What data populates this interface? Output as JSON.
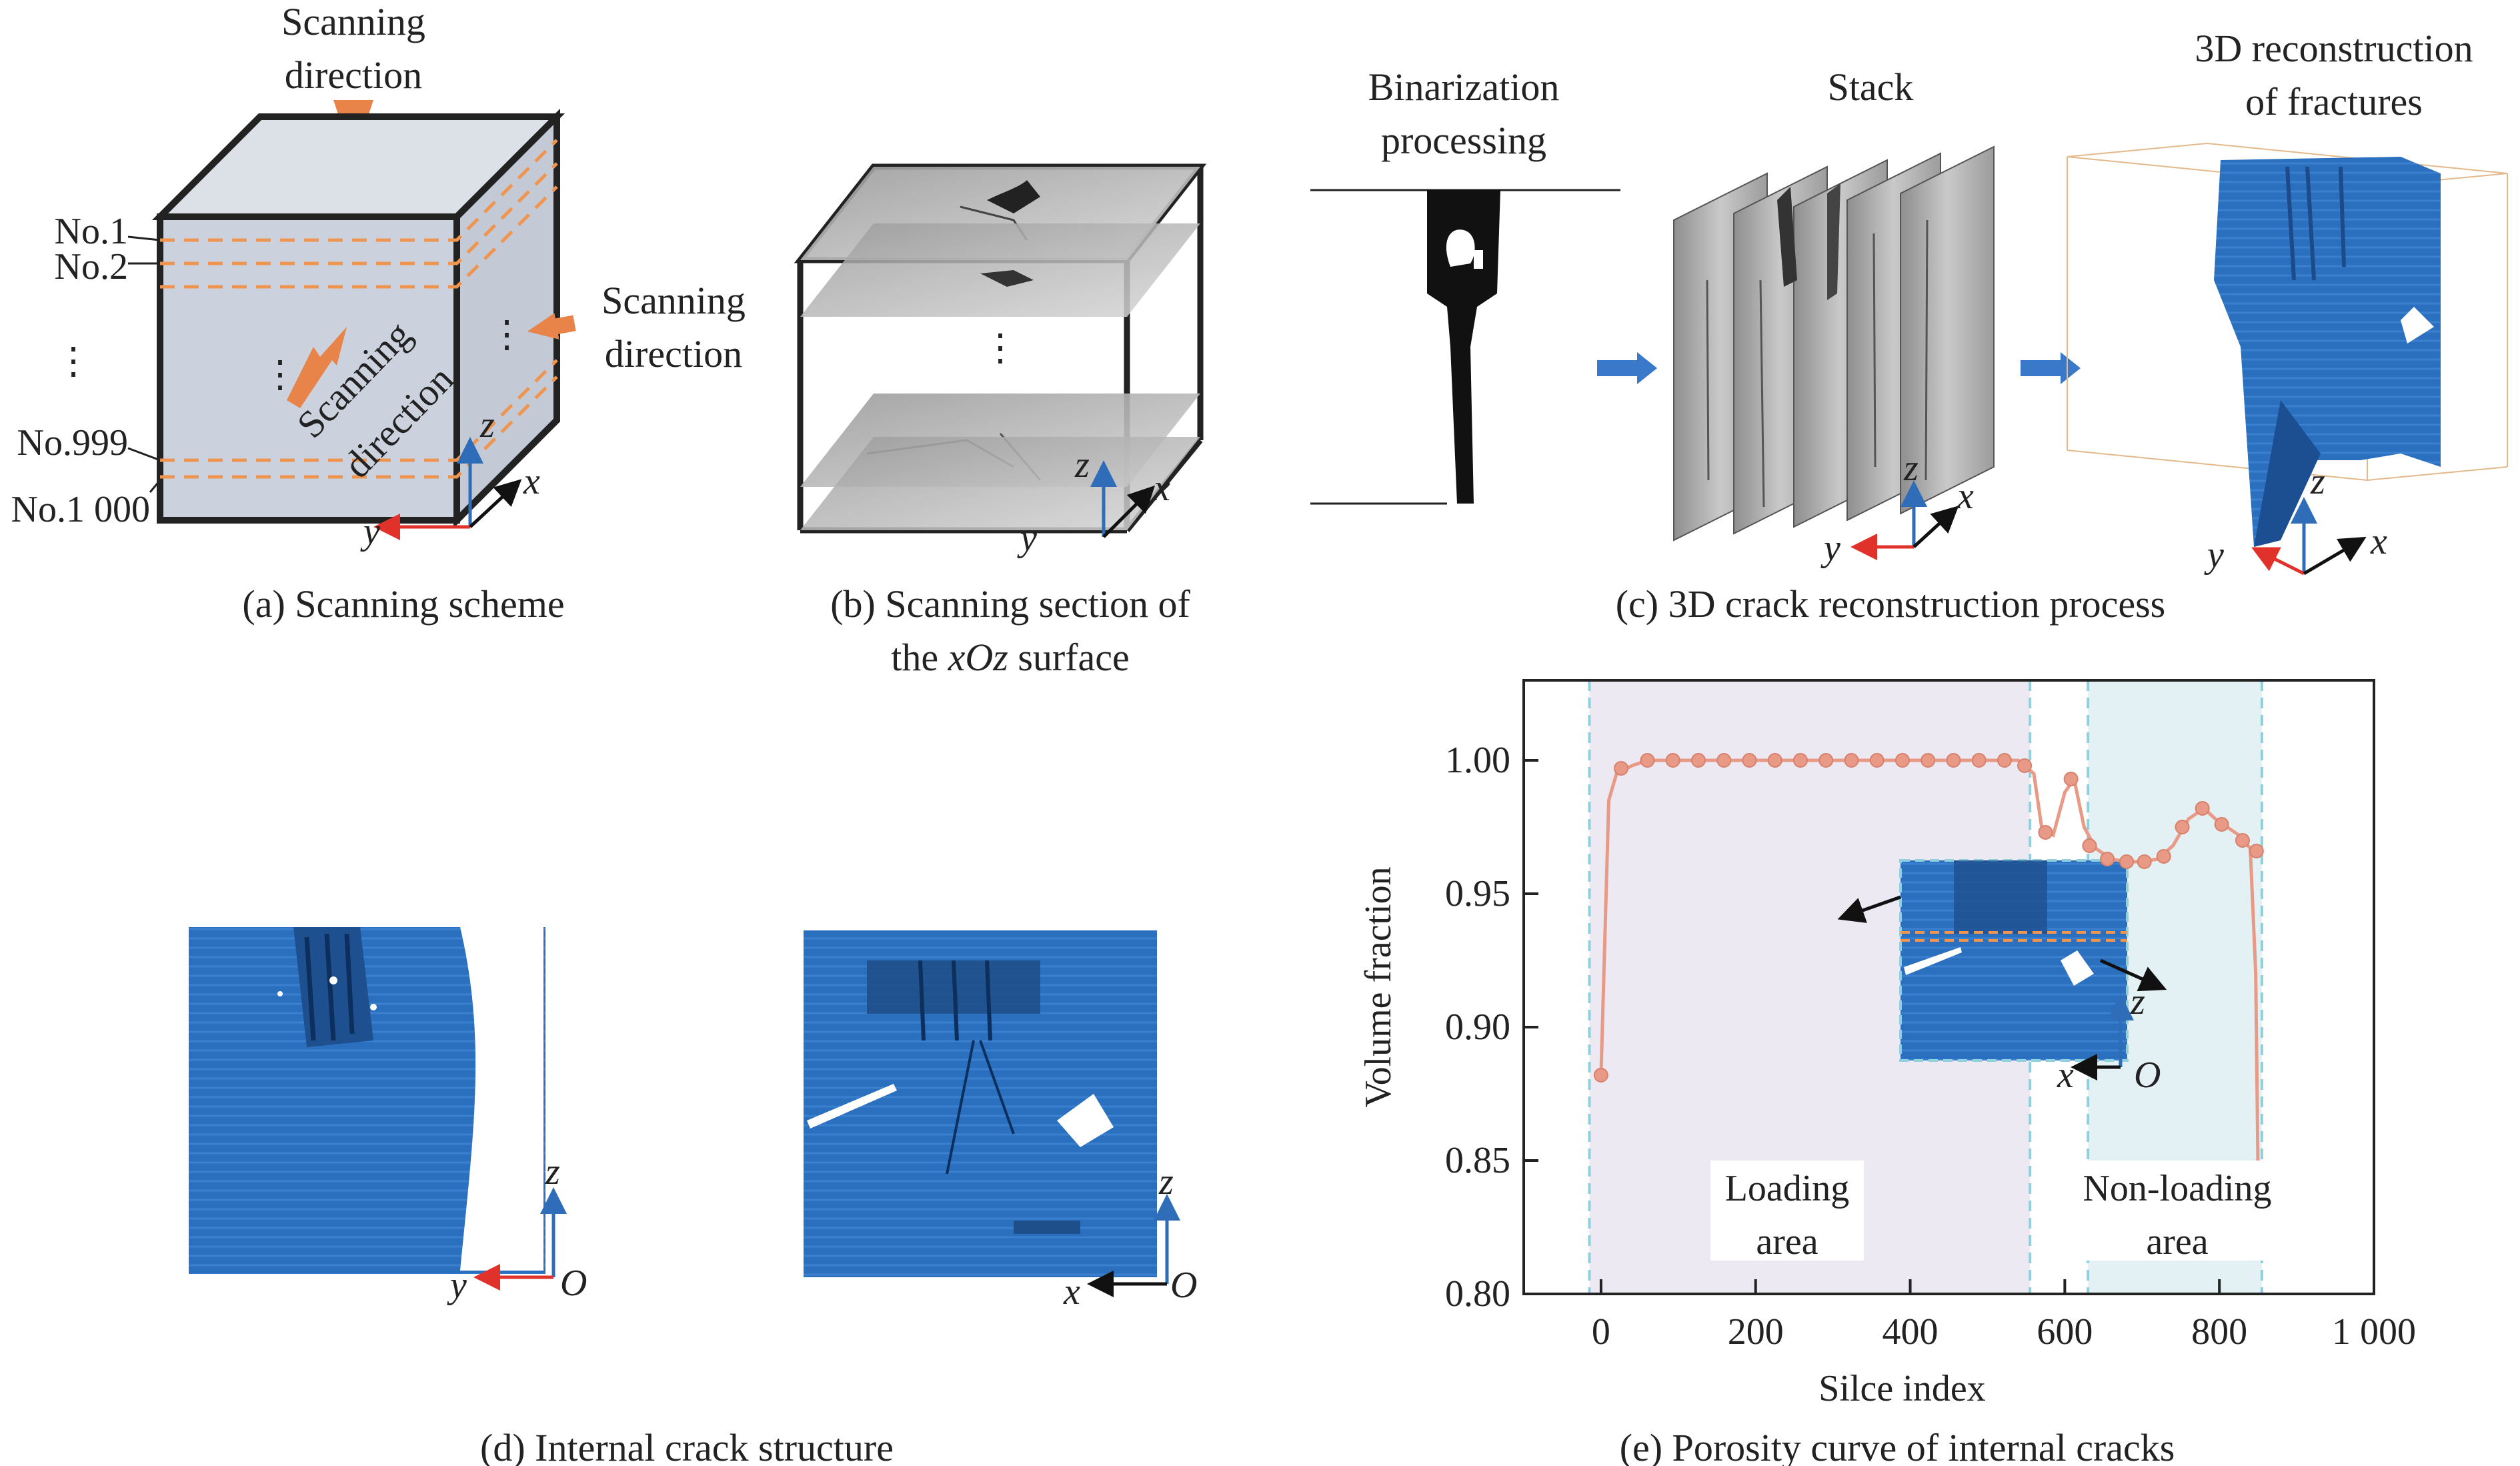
{
  "panel_a": {
    "top_arrow_label_1": "Scanning",
    "top_arrow_label_2": "direction",
    "side_arrow_label_1": "Scanning",
    "side_arrow_label_2": "direction",
    "diag_label_1": "Scanning",
    "diag_label_2": "direction",
    "slices": [
      "No.1",
      "No.2",
      "No.999",
      "No.1 000"
    ],
    "ellipsis": "⋮",
    "axes": {
      "z": "z",
      "x": "x",
      "y": "y"
    },
    "caption": "(a) Scanning scheme"
  },
  "panel_b": {
    "ellipsis": "⋮",
    "axes": {
      "z": "z",
      "x": "x",
      "y": "y"
    },
    "caption_1": "(b) Scanning section of",
    "caption_2_pre": "the ",
    "caption_2_ital": "xOz",
    "caption_2_post": " surface"
  },
  "panel_c": {
    "step1_1": "Binarization",
    "step1_2": "processing",
    "step2": "Stack",
    "step3_1": "3D reconstruction",
    "step3_2": "of fractures",
    "axes": {
      "z": "z",
      "x": "x",
      "y": "y"
    },
    "caption": "(c) 3D crack reconstruction process"
  },
  "panel_d": {
    "left_axes": {
      "z": "z",
      "h": "y",
      "o": "O"
    },
    "right_axes": {
      "z": "z",
      "h": "x",
      "o": "O"
    },
    "caption": "(d) Internal crack structure"
  },
  "panel_e": {
    "caption": "(e) Porosity curve of internal cracks",
    "inset_axes": {
      "z": "z",
      "x": "x",
      "o": "O"
    },
    "region_left_1": "Loading",
    "region_left_2": "area",
    "region_right_1": "Non-loading",
    "region_right_2": "area"
  },
  "colors": {
    "curve": "#E89A86",
    "crack_blue": "#2B6FBF",
    "arrow_orange": "#E8844A",
    "dashed_slice": "#F0954F",
    "cube_face": "#CBD2DD",
    "loading_shade": "#EDE9F2",
    "nonloading_shade": "#E4F1F4",
    "boundary": "#8FD0DC",
    "flow_arrow": "#3A78C9"
  },
  "chart_data": {
    "type": "line",
    "title": "",
    "xlabel": "Silce index",
    "ylabel": "Volume fraction",
    "xlim": [
      -100,
      1000
    ],
    "ylim": [
      0.8,
      1.03
    ],
    "xticks": [
      0,
      200,
      400,
      600,
      800,
      1000
    ],
    "xtick_labels": [
      "0",
      "200",
      "400",
      "600",
      "800",
      "1 000"
    ],
    "yticks": [
      0.8,
      0.85,
      0.9,
      0.95,
      1.0
    ],
    "ytick_labels": [
      "0.80",
      "0.85",
      "0.90",
      "0.95",
      "1.00"
    ],
    "grid": false,
    "regions": [
      {
        "label": "Loading area",
        "x": [
          -15,
          555
        ]
      },
      {
        "label": "Non-loading area",
        "x": [
          630,
          855
        ]
      }
    ],
    "series": [
      {
        "x": [
          0,
          10,
          20,
          40,
          60,
          90,
          120,
          150,
          180,
          210,
          240,
          270,
          300,
          330,
          360,
          390,
          420,
          450,
          480,
          510,
          540,
          560,
          570,
          585,
          600,
          612,
          625,
          640,
          660,
          680,
          700,
          720,
          740,
          760,
          780,
          795,
          810,
          825,
          840,
          847,
          850
        ],
        "y": [
          0.882,
          0.985,
          0.995,
          0.998,
          1.0,
          1.0,
          1.0,
          1.0,
          1.0,
          1.0,
          1.0,
          1.0,
          1.0,
          1.0,
          1.0,
          1.0,
          1.0,
          1.0,
          1.0,
          1.0,
          1.0,
          0.995,
          0.975,
          0.972,
          0.988,
          0.993,
          0.975,
          0.967,
          0.963,
          0.962,
          0.962,
          0.963,
          0.968,
          0.978,
          0.982,
          0.978,
          0.975,
          0.972,
          0.967,
          0.92,
          0.847
        ]
      }
    ],
    "markers": [
      {
        "x": 0,
        "y": 0.882
      },
      {
        "x": 26,
        "y": 0.997
      },
      {
        "x": 60,
        "y": 1.0
      },
      {
        "x": 93,
        "y": 1.0
      },
      {
        "x": 126,
        "y": 1.0
      },
      {
        "x": 159,
        "y": 1.0
      },
      {
        "x": 192,
        "y": 1.0
      },
      {
        "x": 225,
        "y": 1.0
      },
      {
        "x": 258,
        "y": 1.0
      },
      {
        "x": 291,
        "y": 1.0
      },
      {
        "x": 324,
        "y": 1.0
      },
      {
        "x": 357,
        "y": 1.0
      },
      {
        "x": 390,
        "y": 1.0
      },
      {
        "x": 423,
        "y": 1.0
      },
      {
        "x": 456,
        "y": 1.0
      },
      {
        "x": 489,
        "y": 1.0
      },
      {
        "x": 522,
        "y": 1.0
      },
      {
        "x": 548,
        "y": 0.998
      },
      {
        "x": 575,
        "y": 0.973
      },
      {
        "x": 608,
        "y": 0.993
      },
      {
        "x": 632,
        "y": 0.968
      },
      {
        "x": 655,
        "y": 0.963
      },
      {
        "x": 680,
        "y": 0.962
      },
      {
        "x": 703,
        "y": 0.962
      },
      {
        "x": 728,
        "y": 0.964
      },
      {
        "x": 752,
        "y": 0.975
      },
      {
        "x": 778,
        "y": 0.982
      },
      {
        "x": 803,
        "y": 0.976
      },
      {
        "x": 830,
        "y": 0.97
      },
      {
        "x": 848,
        "y": 0.966
      },
      {
        "x": 850,
        "y": 0.847
      }
    ]
  }
}
